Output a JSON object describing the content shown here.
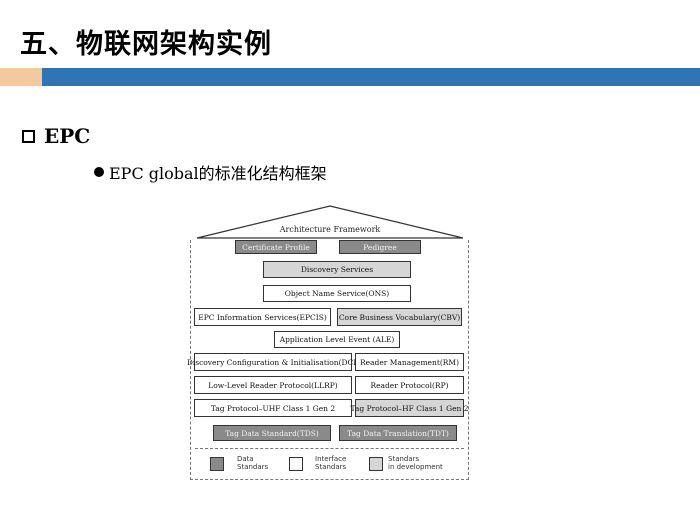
{
  "slide": {
    "title": "五、物联网架构实例",
    "section": "EPC",
    "bullet": "EPC global的标准化结构框架"
  },
  "diagram": {
    "header": "Architecture Framework",
    "certificate": "Certificate Profile",
    "pedigree": "Pedigree",
    "discovery_services": "Discovery Services",
    "ons": "Object Name Service(ONS)",
    "epcis": "EPC Information Services(EPCIS)",
    "cbv": "Core Business Vocabulary(CBV)",
    "ale": "Application  Level Event (ALE)",
    "dci": "Discovery Configuration & Initialisation(DCI)",
    "rm": "Reader Management(RM)",
    "llrp": "Low-Level Reader Protocol(LLRP)",
    "rp": "Reader Protocol(RP)",
    "uhf": "Tag Protocol–UHF Class 1 Gen 2",
    "hf": "Tag Protocol–HF Class 1 Gen 2",
    "tds": "Tag Data Standard(TDS)",
    "tdt": "Tag Data Translation(TDT)"
  },
  "legend": {
    "data": "Data\nStandars",
    "interface": "Interface\nStandars",
    "dev": "Standars\nin development"
  },
  "colors": {
    "accent_blue": "#2f75b5",
    "accent_orange": "#f5c9a0",
    "dark_block": "#8a8a8a",
    "light_block": "#d6d6d6"
  }
}
